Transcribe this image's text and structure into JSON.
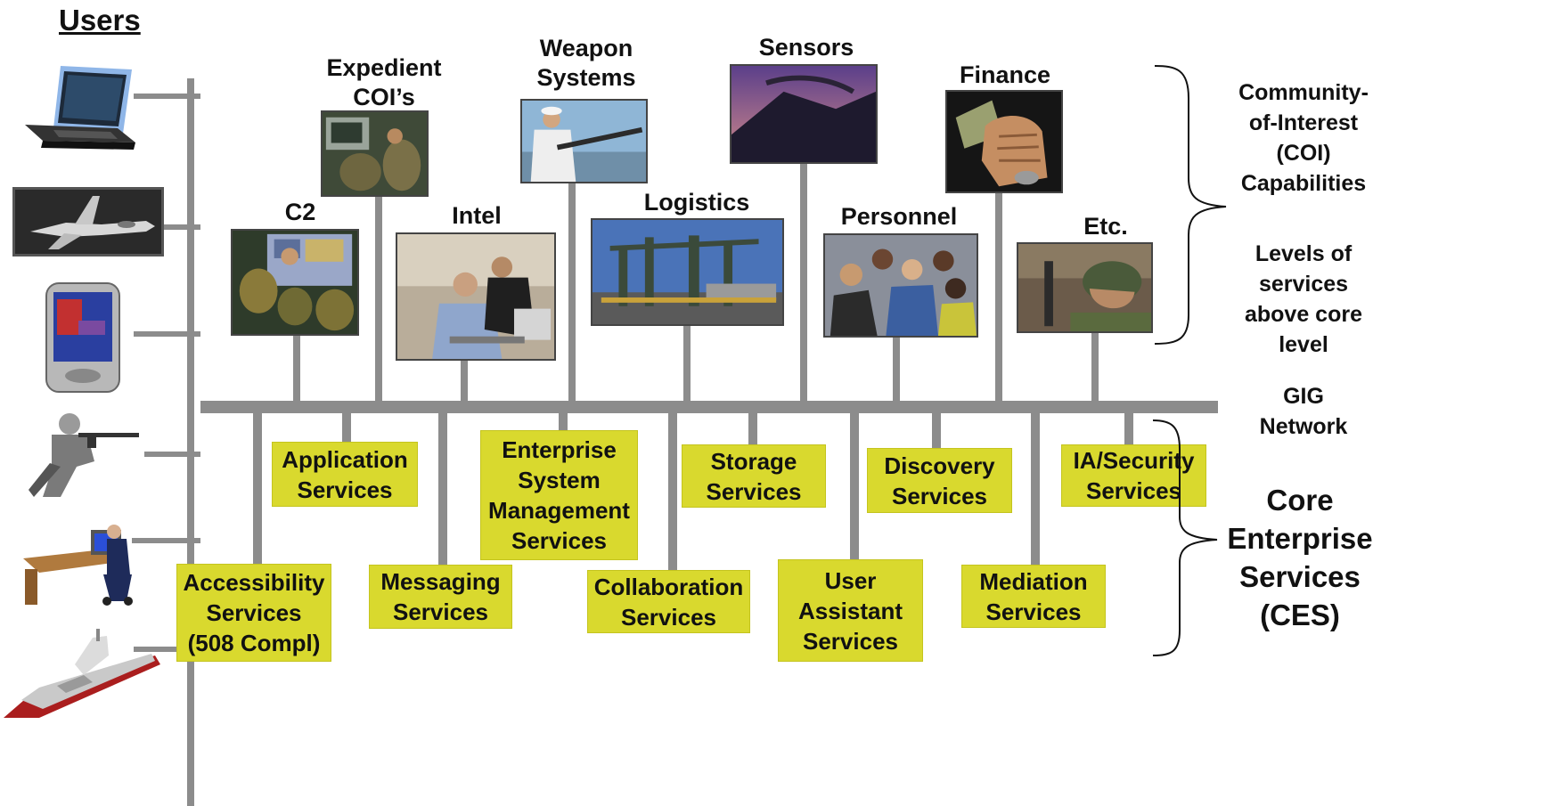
{
  "users": {
    "heading": "Users",
    "icons": [
      "laptop-icon",
      "fighter-jet-icon",
      "pda-icon",
      "soldier-icon",
      "desk-workstation-icon",
      "warship-icon"
    ]
  },
  "coi": [
    {
      "key": "c2",
      "label": "C2",
      "icon": "command-center-photo"
    },
    {
      "key": "expedient",
      "label": "Expedient\nCOI’s",
      "icon": "field-operators-photo"
    },
    {
      "key": "intel",
      "label": "Intel",
      "icon": "analysts-photo"
    },
    {
      "key": "weapon",
      "label": "Weapon\nSystems",
      "icon": "gunner-photo"
    },
    {
      "key": "logistics",
      "label": "Logistics",
      "icon": "port-cranes-photo"
    },
    {
      "key": "sensors",
      "label": "Sensors",
      "icon": "radar-photo"
    },
    {
      "key": "personnel",
      "label": "Personnel",
      "icon": "team-meeting-photo"
    },
    {
      "key": "finance",
      "label": "Finance",
      "icon": "money-fist-photo"
    },
    {
      "key": "etc",
      "label": "Etc.",
      "icon": "soldier-helmet-photo"
    }
  ],
  "services": {
    "application": "Application\nServices",
    "enterprise_mgmt": "Enterprise\nSystem\nManagement\nServices",
    "storage": "Storage\nServices",
    "discovery": "Discovery\nServices",
    "ia_security": "IA/Security\nServices",
    "accessibility": "Accessibility\nServices\n(508 Compl)",
    "messaging": "Messaging\nServices",
    "collaboration": "Collaboration\nServices",
    "user_assistant": "User\nAssistant\nServices",
    "mediation": "Mediation\nServices"
  },
  "side_labels": {
    "coi_capabilities": "Community-\nof-Interest\n(COI)\nCapabilities",
    "levels": "Levels of\nservices\nabove core\nlevel",
    "gig": "GIG\nNetwork",
    "ces": "Core\nEnterprise\nServices\n(CES)"
  },
  "colors": {
    "service_box": "#d9d92e",
    "bus_line": "#8c8c8c"
  }
}
